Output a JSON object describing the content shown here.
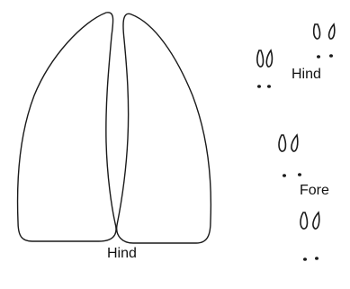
{
  "labels": {
    "large_track": "Hind",
    "small_track_hind": "Hind",
    "small_track_fore": "Fore"
  },
  "icons": {
    "large_track": "hoof-print-icon",
    "small_tracks": "hoof-print-icon"
  },
  "colors": {
    "stroke": "#1a1a1a",
    "background": "#ffffff"
  }
}
